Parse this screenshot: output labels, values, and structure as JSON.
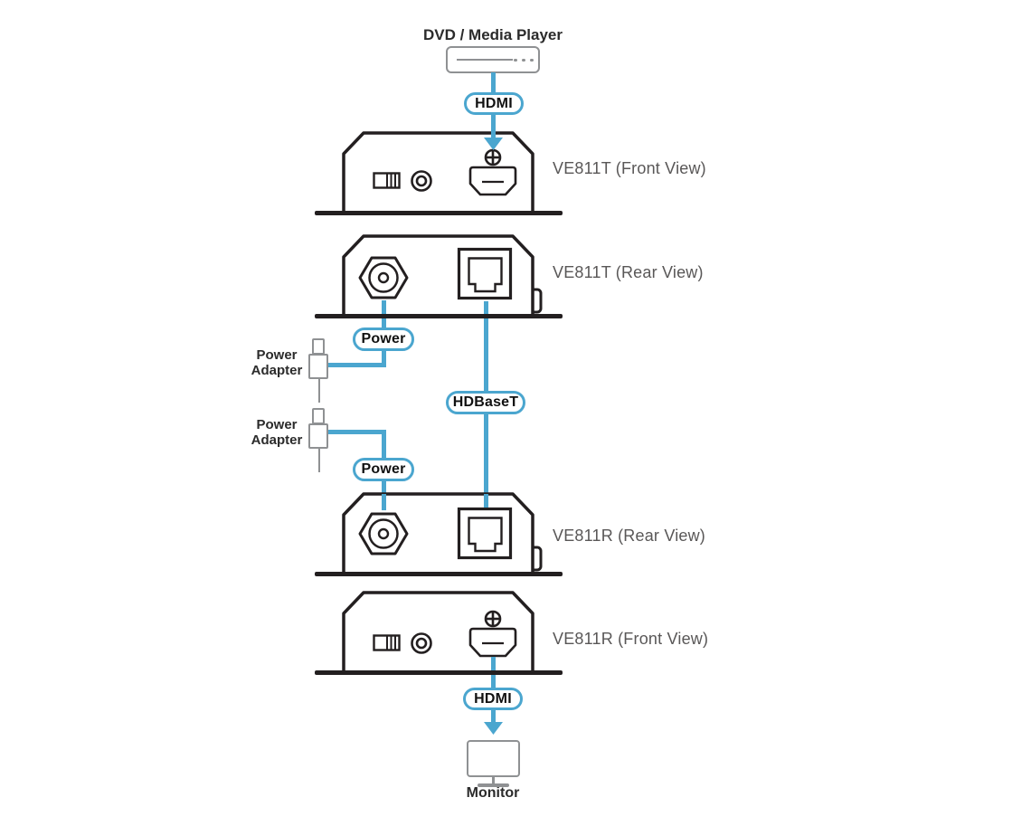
{
  "diagram": {
    "title_source": "DVD / Media Player",
    "monitor_label": "Monitor",
    "power_adapter_label": "Power Adapter",
    "pills": {
      "hdmi_top": "HDMI",
      "power_top": "Power",
      "hdbaset": "HDBaseT",
      "power_bottom": "Power",
      "hdmi_bottom": "HDMI"
    },
    "devices": [
      {
        "label": "VE811T (Front View)"
      },
      {
        "label": "VE811T (Rear View)"
      },
      {
        "label": "VE811R (Rear View)"
      },
      {
        "label": "VE811R (Front View)"
      }
    ],
    "colors": {
      "accent_blue": "#4BA6CF",
      "outline_dark": "#231F20",
      "icon_gray": "#8F9193",
      "device_label_gray": "#595757",
      "text_dark": "#2B2B2B"
    }
  }
}
